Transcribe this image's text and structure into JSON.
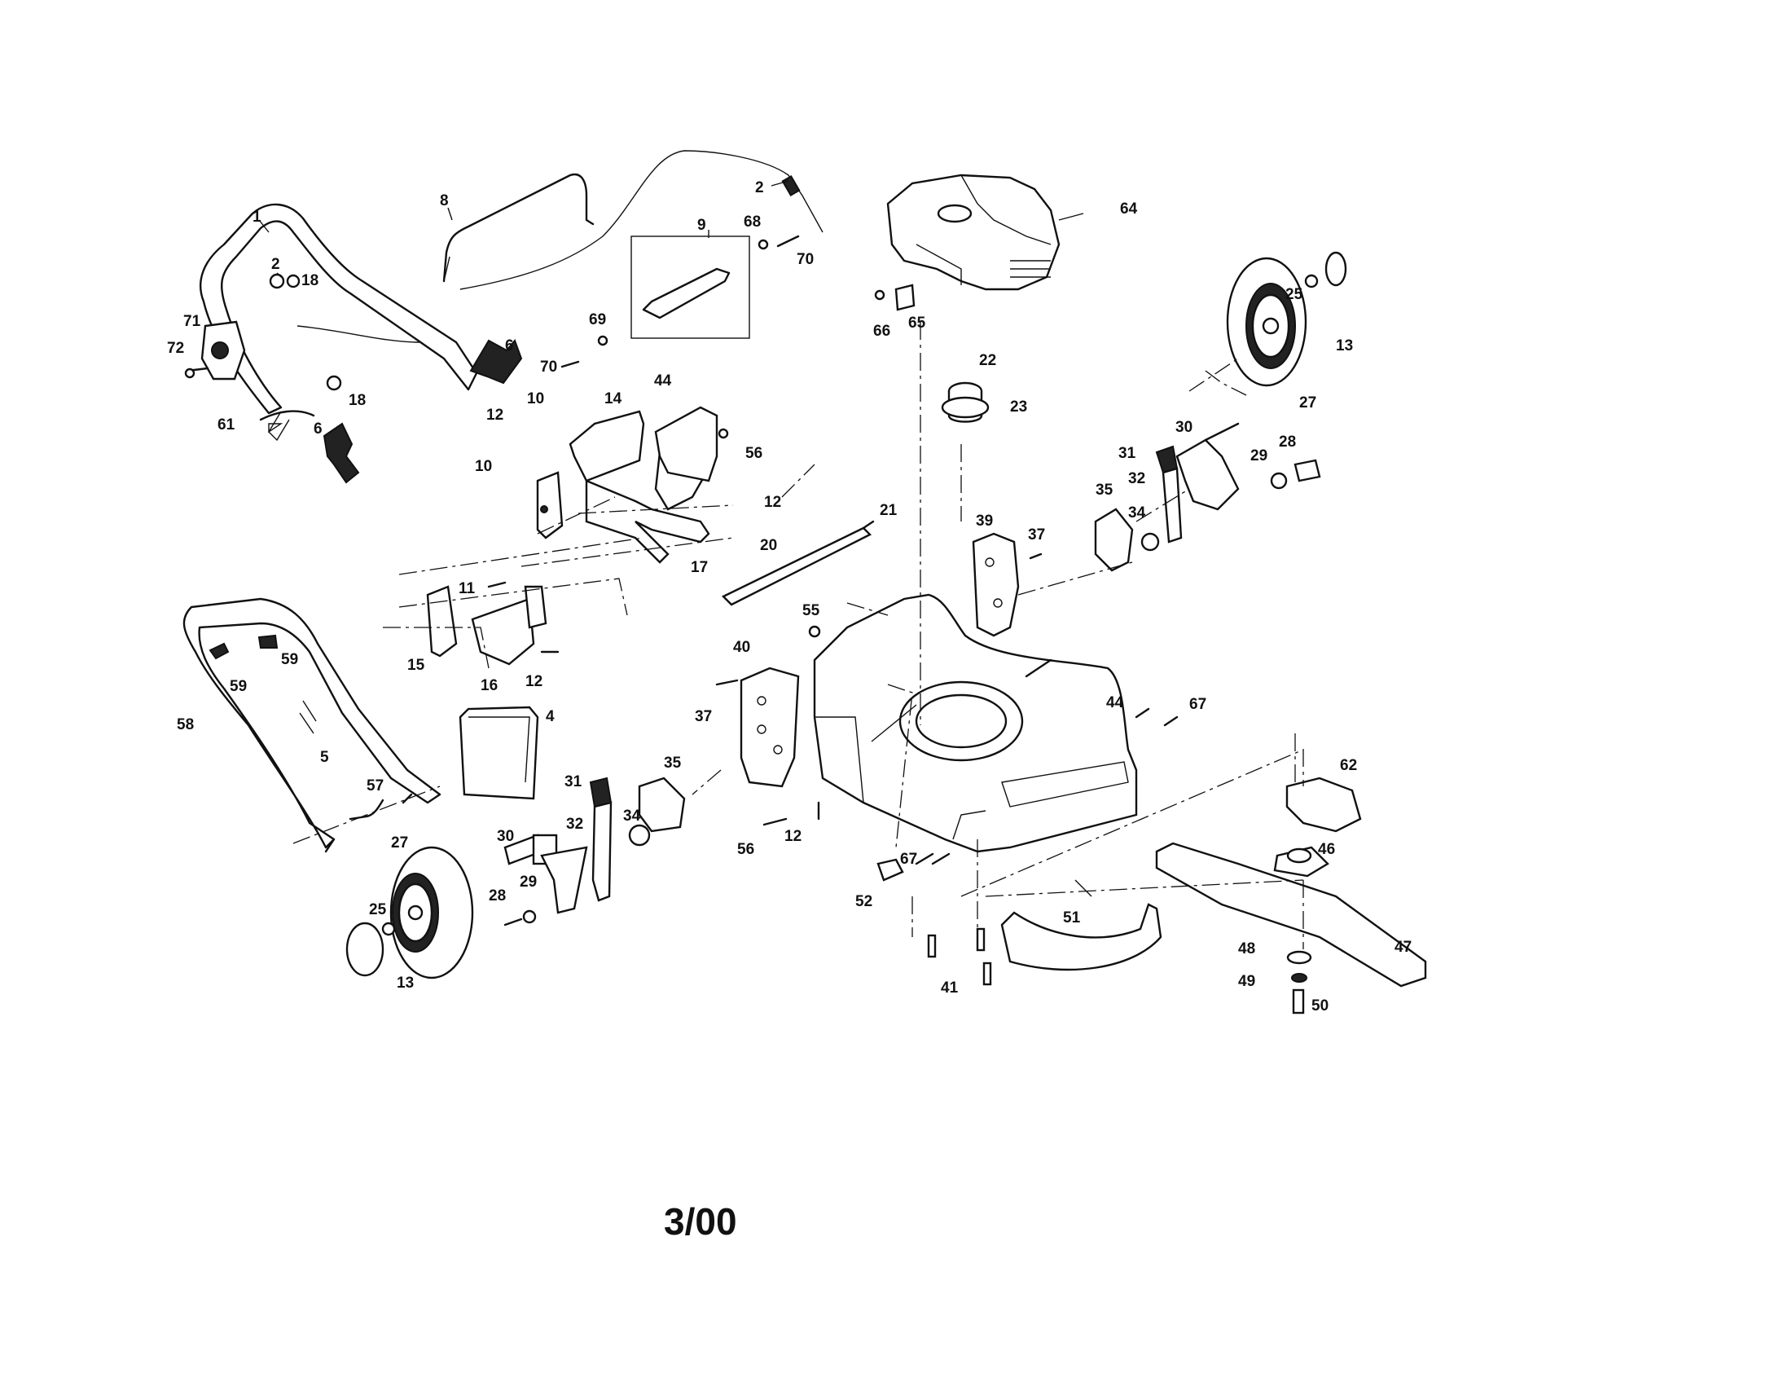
{
  "footer": {
    "date": "3/00"
  },
  "callouts": {
    "c1": "1",
    "c2a": "2",
    "c2b": "2",
    "c4": "4",
    "c5": "5",
    "c6a": "6",
    "c6b": "6",
    "c8": "8",
    "c9": "9",
    "c10a": "10",
    "c10b": "10",
    "c11": "11",
    "c12a": "12",
    "c12b": "12",
    "c12c": "12",
    "c12d": "12",
    "c13a": "13",
    "c13b": "13",
    "c14": "14",
    "c15": "15",
    "c16": "16",
    "c17": "17",
    "c18a": "18",
    "c18b": "18",
    "c20": "20",
    "c21": "21",
    "c22": "22",
    "c23": "23",
    "c25a": "25",
    "c25b": "25",
    "c27a": "27",
    "c27b": "27",
    "c28a": "28",
    "c28b": "28",
    "c29a": "29",
    "c29b": "29",
    "c30a": "30",
    "c30b": "30",
    "c31a": "31",
    "c31b": "31",
    "c32a": "32",
    "c32b": "32",
    "c34a": "34",
    "c34b": "34",
    "c35a": "35",
    "c35b": "35",
    "c37a": "37",
    "c37b": "37",
    "c39": "39",
    "c40": "40",
    "c41": "41",
    "c44a": "44",
    "c44b": "44",
    "c46": "46",
    "c47": "47",
    "c48": "48",
    "c49": "49",
    "c50": "50",
    "c51": "51",
    "c52": "52",
    "c55": "55",
    "c56a": "56",
    "c56b": "56",
    "c57": "57",
    "c58": "58",
    "c59a": "59",
    "c59b": "59",
    "c61": "61",
    "c62": "62",
    "c64": "64",
    "c65": "65",
    "c66": "66",
    "c67a": "67",
    "c67b": "67",
    "c68": "68",
    "c69": "69",
    "c70a": "70",
    "c70b": "70",
    "c71": "71",
    "c72": "72"
  }
}
